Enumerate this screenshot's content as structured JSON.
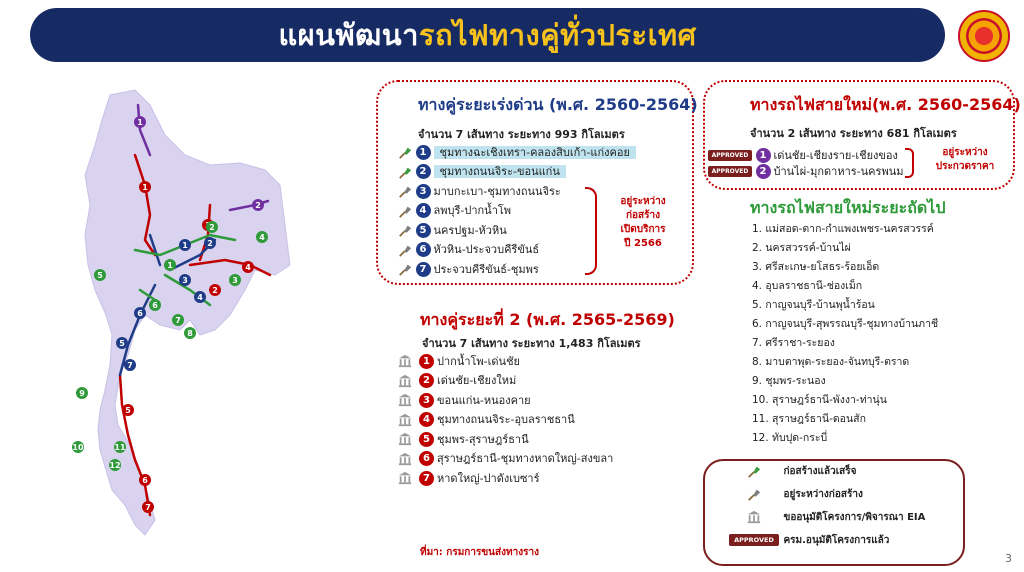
{
  "title": {
    "part1": "แผนพัฒนา",
    "part2": "รถไฟทางคู่ทั่วประเทศ"
  },
  "urgent": {
    "heading": "ทางคู่ระยะเร่งด่วน (พ.ศ. 2560-2564)",
    "summary": "จำนวน 7 เส้นทาง  ระยะทาง 993 กิโลเมตร",
    "routes": [
      {
        "n": "1",
        "name": "ชุมทางฉะเชิงเทรา-คลองสิบเก้า-แก่งคอย",
        "status": "done"
      },
      {
        "n": "2",
        "name": "ชุมทางถนนจิระ-ขอนแก่น",
        "status": "done"
      },
      {
        "n": "3",
        "name": "มาบกะเบา-ชุมทางถนนจิระ",
        "status": "building"
      },
      {
        "n": "4",
        "name": "ลพบุรี-ปากน้ำโพ",
        "status": "building"
      },
      {
        "n": "5",
        "name": "นครปฐม-หัวหิน",
        "status": "building"
      },
      {
        "n": "6",
        "name": "หัวหิน-ประจวบคีรีขันธ์",
        "status": "building"
      },
      {
        "n": "7",
        "name": "ประจวบคีรีขันธ์-ชุมพร",
        "status": "building"
      }
    ],
    "status_note": [
      "อยู่ระหว่าง",
      "ก่อสร้าง",
      "เปิดบริการ",
      "ปี 2566"
    ]
  },
  "new_lines": {
    "heading": "ทางรถไฟสายใหม่(พ.ศ. 2560-2564)",
    "summary": "จำนวน 2 เส้นทาง  ระยะทาง 681 กิโลเมตร",
    "badge": "APPROVED",
    "routes": [
      {
        "n": "1",
        "name": "เด่นชัย-เชียงราย-เชียงของ"
      },
      {
        "n": "2",
        "name": "บ้านไผ่-มุกดาหาร-นครพนม"
      }
    ],
    "status_note": [
      "อยู่ระหว่าง",
      "ประกวดราคา"
    ]
  },
  "next_new": {
    "heading": "ทางรถไฟสายใหม่ระยะถัดไป",
    "items": [
      "1.  แม่สอด-ตาก-กำแพงเพชร-นครสวรรค์",
      "2.  นครสวรรค์-บ้านไผ่",
      "3.  ศรีสะเกษ-ยโสธร-ร้อยเอ็ด",
      "4.  อุบลราชธานี-ช่องเม็ก",
      "5.  กาญจนบุรี-บ้านพุน้ำร้อน",
      "6.  กาญจนบุรี-สุพรรณบุรี-ชุมทางบ้านภาชี",
      "7.  ศรีราชา-ระยอง",
      "8.  มาบตาพุด-ระยอง-จันทบุรี-ตราด",
      "9.  ชุมพร-ระนอง",
      "10. สุราษฎร์ธานี-พังงา-ท่านุ่น",
      "11. สุราษฎร์ธานี-ดอนสัก",
      "12. ทับปุด-กระบี่"
    ]
  },
  "phase2": {
    "heading": "ทางคู่ระยะที่ 2 (พ.ศ. 2565-2569)",
    "summary": "จำนวน 7 เส้นทาง  ระยะทาง 1,483 กิโลเมตร",
    "routes": [
      {
        "n": "1",
        "name": "ปากน้ำโพ-เด่นชัย"
      },
      {
        "n": "2",
        "name": "เด่นชัย-เชียงใหม่"
      },
      {
        "n": "3",
        "name": "ขอนแก่น-หนองคาย"
      },
      {
        "n": "4",
        "name": "ชุมทางถนนจิระ-อุบลราชธานี"
      },
      {
        "n": "5",
        "name": "ชุมพร-สุราษฎร์ธานี"
      },
      {
        "n": "6",
        "name": "สุราษฎร์ธานี-ชุมทางหาดใหญ่-สงขลา"
      },
      {
        "n": "7",
        "name": "หาดใหญ่-ปาดังเบซาร์"
      }
    ]
  },
  "legend": {
    "items": [
      {
        "icon": "done",
        "label": "ก่อสร้างแล้วเสร็จ"
      },
      {
        "icon": "building",
        "label": "อยู่ระหว่างก่อสร้าง"
      },
      {
        "icon": "temple",
        "label": "ขออนุมัติโครงการ/พิจารณา EIA"
      },
      {
        "icon": "approved",
        "label": "ครม.อนุมัติโครงการแล้ว"
      }
    ],
    "badge": "APPROVED"
  },
  "source": "ที่มา: กรมการขนส่งทางราง",
  "page_number": "3",
  "colors": {
    "navy": "#162a63",
    "gold": "#f7c21b",
    "red": "#c00000",
    "blue": "#1f3c88",
    "purple": "#7030a0",
    "green": "#2f9a3a"
  },
  "map": {
    "markers": [
      {
        "label": "1",
        "color": "purple"
      },
      {
        "label": "2",
        "color": "purple"
      },
      {
        "label": "1",
        "color": "red"
      },
      {
        "label": "2",
        "color": "red"
      },
      {
        "label": "3",
        "color": "red"
      },
      {
        "label": "4",
        "color": "red"
      },
      {
        "label": "5",
        "color": "red"
      },
      {
        "label": "6",
        "color": "red"
      },
      {
        "label": "7",
        "color": "red"
      },
      {
        "label": "1",
        "color": "blue"
      },
      {
        "label": "2",
        "color": "blue"
      },
      {
        "label": "3",
        "color": "blue"
      },
      {
        "label": "4",
        "color": "blue"
      },
      {
        "label": "5",
        "color": "blue"
      },
      {
        "label": "6",
        "color": "blue"
      },
      {
        "label": "7",
        "color": "blue"
      },
      {
        "label": "1",
        "color": "green"
      },
      {
        "label": "2",
        "color": "green"
      },
      {
        "label": "3",
        "color": "green"
      },
      {
        "label": "4",
        "color": "green"
      },
      {
        "label": "5",
        "color": "green"
      },
      {
        "label": "6",
        "color": "green"
      },
      {
        "label": "7",
        "color": "green"
      },
      {
        "label": "8",
        "color": "green"
      },
      {
        "label": "9",
        "color": "green"
      },
      {
        "label": "10",
        "color": "green"
      },
      {
        "label": "11",
        "color": "green"
      },
      {
        "label": "12",
        "color": "green"
      }
    ]
  }
}
